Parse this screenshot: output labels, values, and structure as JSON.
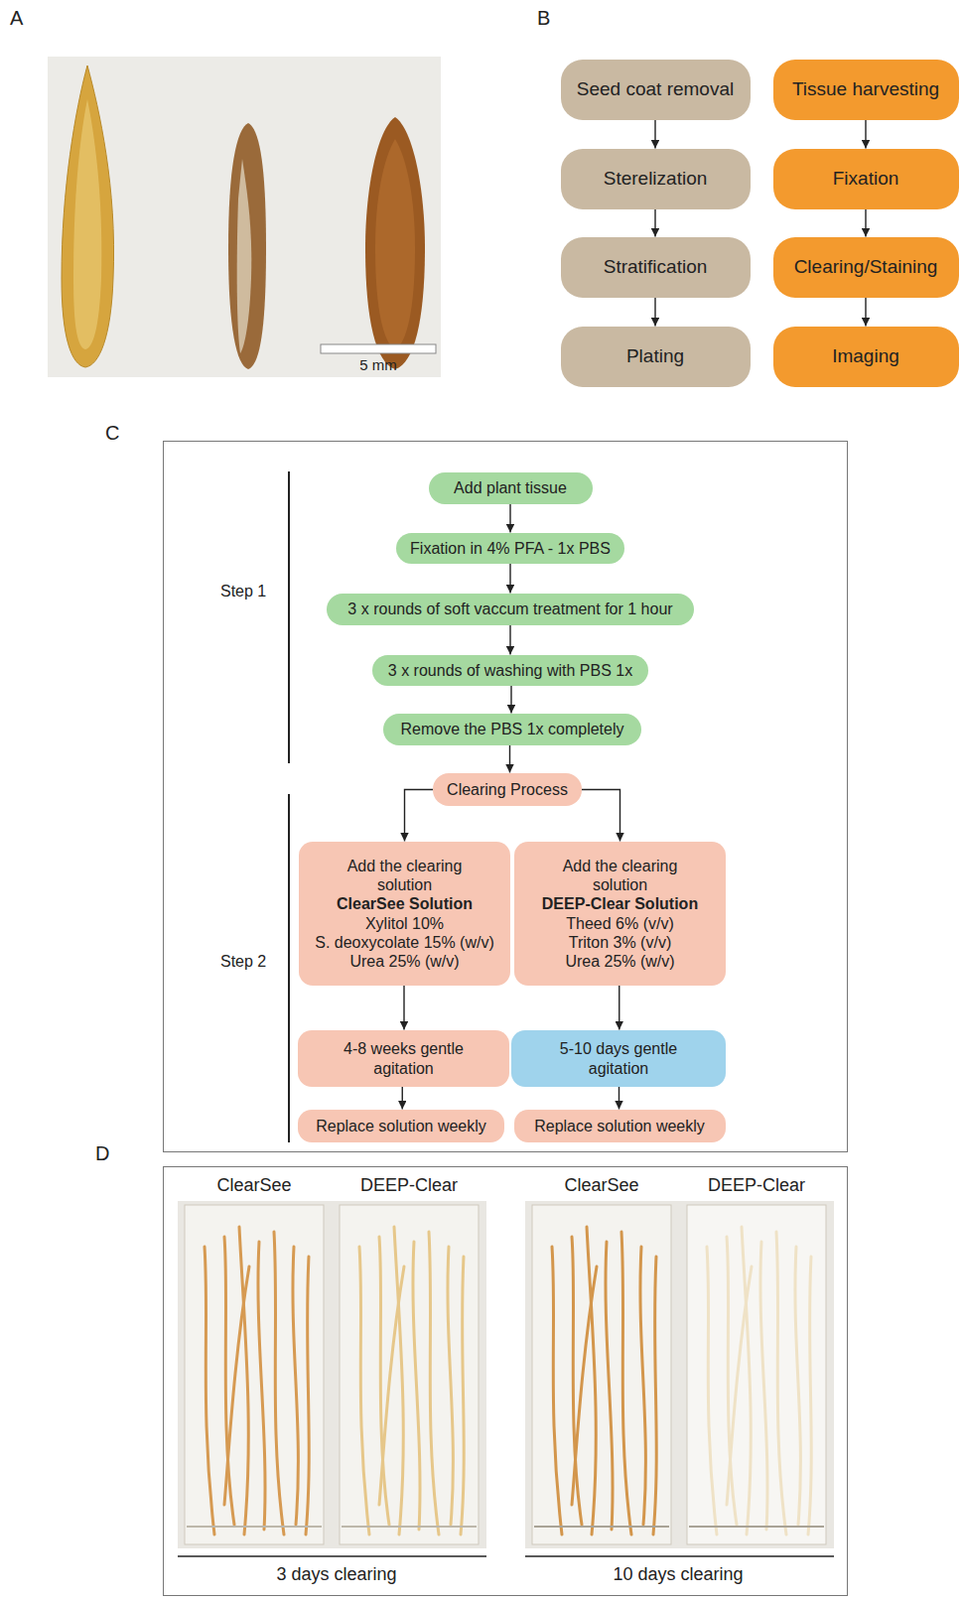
{
  "diagram": {
    "nodes": [
      {
        "text": [
          "Seed coat removal"
        ]
      },
      {
        "text": [
          "Sterelization"
        ]
      },
      {
        "text": [
          "Stratification"
        ]
      },
      {
        "text": [
          "Plating"
        ]
      },
      {
        "text": [
          "Tissue harvesting"
        ]
      },
      {
        "text": [
          "Fixation"
        ]
      },
      {
        "text": [
          "Clearing/Staining"
        ]
      },
      {
        "text": [
          "Imaging"
        ]
      },
      {
        "text": [
          "Add plant tissue"
        ]
      },
      {
        "text": [
          "Fixation in 4% PFA - 1x PBS"
        ]
      },
      {
        "text": [
          "3 x rounds of soft vaccum treatment for 1 hour"
        ]
      },
      {
        "text": [
          "3 x rounds of washing with PBS 1x"
        ]
      },
      {
        "text": [
          "Remove the PBS 1x completely"
        ]
      },
      {
        "text": [
          "Clearing Process"
        ]
      },
      {
        "text": [
          "Add the clearing solution",
          "ClearSee Solution",
          "Xylitol 10%",
          "S. deoxycolate 15% (w/v)",
          "Urea 25% (w/v)"
        ]
      },
      {
        "text": [
          "Add the clearing solution",
          "DEEP-Clear Solution",
          "Theed 6% (v/v)",
          "Triton 3% (v/v)",
          "Urea 25% (w/v)"
        ]
      },
      {
        "text": [
          "4-8 weeks gentle agitation"
        ]
      },
      {
        "text": [
          "5-10 days gentle agitation"
        ]
      },
      {
        "text": [
          "Replace solution weekly"
        ]
      },
      {
        "text": [
          "Replace solution weekly"
        ]
      }
    ],
    "edges": [
      {
        "from": 0,
        "to": 1,
        "arrow": "to"
      },
      {
        "from": 1,
        "to": 2,
        "arrow": "to"
      },
      {
        "from": 2,
        "to": 3,
        "arrow": "to"
      },
      {
        "from": 4,
        "to": 5,
        "arrow": "to"
      },
      {
        "from": 5,
        "to": 6,
        "arrow": "to"
      },
      {
        "from": 6,
        "to": 7,
        "arrow": "to"
      },
      {
        "from": 8,
        "to": 9,
        "arrow": "to"
      },
      {
        "from": 9,
        "to": 10,
        "arrow": "to"
      },
      {
        "from": 10,
        "to": 11,
        "arrow": "to"
      },
      {
        "from": 11,
        "to": 12,
        "arrow": "to"
      },
      {
        "from": 12,
        "to": 13,
        "arrow": "to"
      },
      {
        "from": 13,
        "to": 14,
        "arrow": "to"
      },
      {
        "from": 13,
        "to": 15,
        "arrow": "to"
      },
      {
        "from": 14,
        "to": 16,
        "arrow": "to"
      },
      {
        "from": 15,
        "to": 17,
        "arrow": "to"
      },
      {
        "from": 16,
        "to": 18,
        "arrow": "to"
      },
      {
        "from": 17,
        "to": 19,
        "arrow": "to"
      }
    ],
    "labels": [
      "A",
      "B",
      "5 mm",
      "C",
      "Step 1",
      "Step 2",
      "D",
      "ClearSee",
      "DEEP-Clear",
      "ClearSee",
      "DEEP-Clear",
      "3 days clearing",
      "10 days clearing"
    ]
  }
}
